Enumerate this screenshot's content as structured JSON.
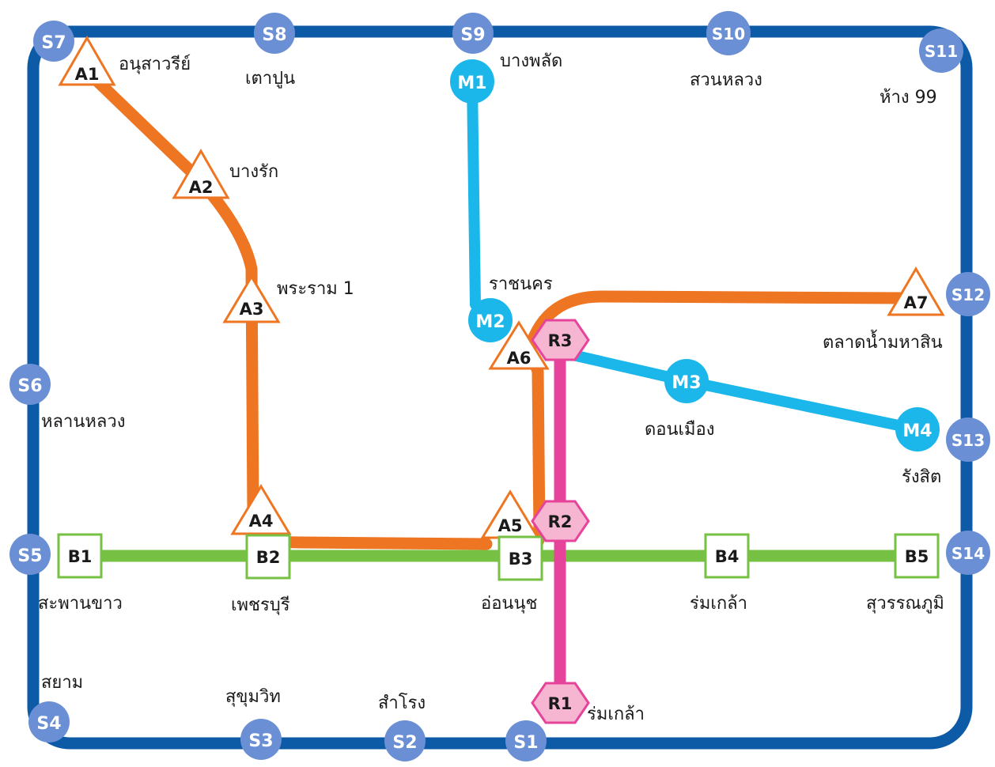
{
  "colors": {
    "ring_line": "#0d5aa7",
    "ring_station": "#6b8fd4",
    "a_line": "#ee7623",
    "m_line": "#1cb7ea",
    "b_line": "#76c043",
    "r_line": "#e6449b",
    "r_station": "#f6b6d1",
    "text": "#1a1a1a"
  },
  "icons": {
    "s": "circle-station-icon",
    "a": "triangle-station-icon",
    "m": "circle-station-icon",
    "b": "square-station-icon",
    "r": "hexagon-station-icon"
  },
  "s_stations": [
    {
      "code": "S1",
      "name": ""
    },
    {
      "code": "S2",
      "name": "สำโรง"
    },
    {
      "code": "S3",
      "name": "สุขุมวิท"
    },
    {
      "code": "S4",
      "name": "สยาม"
    },
    {
      "code": "S5",
      "name": ""
    },
    {
      "code": "S6",
      "name": "หลานหลวง"
    },
    {
      "code": "S7",
      "name": ""
    },
    {
      "code": "S8",
      "name": "เตาปูน"
    },
    {
      "code": "S9",
      "name": ""
    },
    {
      "code": "S10",
      "name": "สวนหลวง"
    },
    {
      "code": "S11",
      "name": "ห้าง 99"
    },
    {
      "code": "S12",
      "name": ""
    },
    {
      "code": "S13",
      "name": ""
    },
    {
      "code": "S14",
      "name": ""
    }
  ],
  "a_stations": [
    {
      "code": "A1",
      "name": "อนุสาวรีย์"
    },
    {
      "code": "A2",
      "name": "บางรัก"
    },
    {
      "code": "A3",
      "name": "พระราม 1"
    },
    {
      "code": "A4",
      "name": ""
    },
    {
      "code": "A5",
      "name": ""
    },
    {
      "code": "A6",
      "name": ""
    },
    {
      "code": "A7",
      "name": "ตลาดน้ำมหาสิน"
    }
  ],
  "m_stations": [
    {
      "code": "M1",
      "name": "บางพลัด"
    },
    {
      "code": "M2",
      "name": "ราชนคร"
    },
    {
      "code": "M3",
      "name": "ดอนเมือง"
    },
    {
      "code": "M4",
      "name": "รังสิต"
    }
  ],
  "b_stations": [
    {
      "code": "B1",
      "name": "สะพานขาว"
    },
    {
      "code": "B2",
      "name": "เพชรบุรี"
    },
    {
      "code": "B3",
      "name": "อ่อนนุช"
    },
    {
      "code": "B4",
      "name": "ร่มเกล้า"
    },
    {
      "code": "B5",
      "name": "สุวรรณภูมิ"
    }
  ],
  "r_stations": [
    {
      "code": "R1",
      "name": "ร่มเกล้า"
    },
    {
      "code": "R2",
      "name": ""
    },
    {
      "code": "R3",
      "name": ""
    }
  ]
}
